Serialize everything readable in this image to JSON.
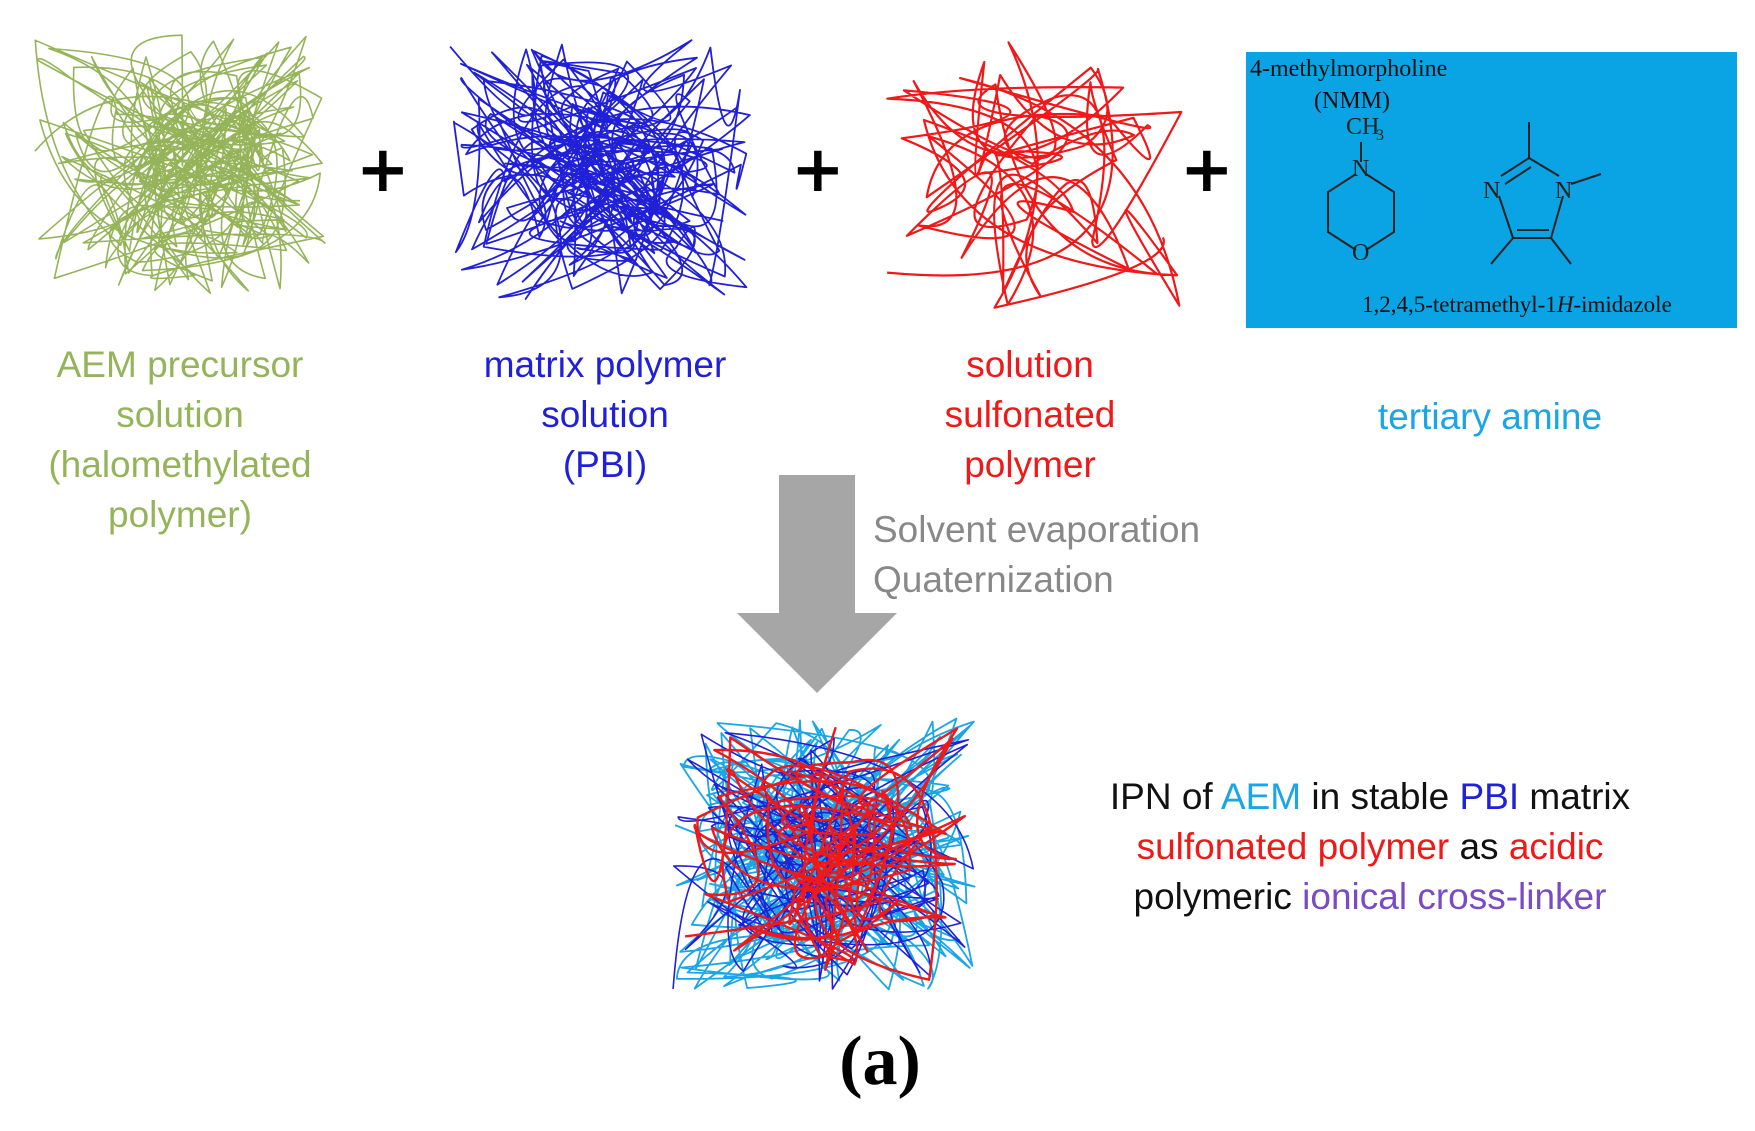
{
  "colors": {
    "aem": "#95b45a",
    "pbi": "#2020d8",
    "sulfonated": "#f01818",
    "amine": "#1aa6e6",
    "ionical": "#7a4bc2",
    "step_text": "#888888",
    "amine_box": "#0aa3e4"
  },
  "components": [
    {
      "lines": [
        "AEM precursor",
        "solution",
        "(halomethylated",
        "polymer)"
      ]
    },
    {
      "lines": [
        "matrix polymer",
        "solution",
        "(PBI)"
      ]
    },
    {
      "lines": [
        "solution",
        "sulfonated",
        "polymer"
      ]
    },
    {
      "lines": [
        "tertiary amine"
      ]
    }
  ],
  "plus_symbol": "+",
  "amine_box": {
    "nmm_name": "4-methylmorpholine",
    "nmm_abbrev": "(NMM)",
    "ch3": "CH",
    "ch3_sub": "3",
    "n": "N",
    "o": "O",
    "imidazole_name_pre": "1,2,4,5-tetramethyl-1",
    "imidazole_name_italic": "H",
    "imidazole_name_post": "-imidazole"
  },
  "process_steps": [
    "Solvent evaporation",
    "Quaternization"
  ],
  "result": {
    "line1": [
      {
        "text": "IPN of ",
        "color": "black"
      },
      {
        "text": "AEM",
        "color": "amine"
      },
      {
        "text": " in stable ",
        "color": "black"
      },
      {
        "text": "PBI",
        "color": "pbi"
      },
      {
        "text": " matrix",
        "color": "black"
      }
    ],
    "line2": [
      {
        "text": "sulfonated polymer",
        "color": "sulfonated"
      },
      {
        "text": " as ",
        "color": "black"
      },
      {
        "text": "acidic",
        "color": "sulfonated"
      }
    ],
    "line3": [
      {
        "text": "polymeric ",
        "color": "black"
      },
      {
        "text": "ionical cross-linker",
        "color": "ionical"
      }
    ]
  },
  "caption": "(a)"
}
